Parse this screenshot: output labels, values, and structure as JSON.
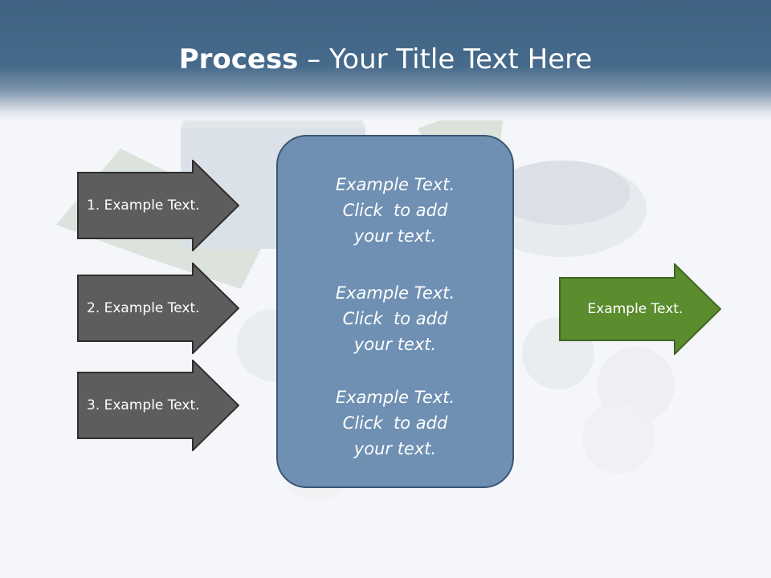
{
  "header": {
    "title_bold": "Process",
    "title_rest": " – Your Title Text Here"
  },
  "steps": [
    {
      "label": "1. Example Text."
    },
    {
      "label": "2. Example Text."
    },
    {
      "label": "3. Example Text."
    }
  ],
  "center": {
    "blocks": [
      {
        "line1": "Example Text.",
        "line2": "Click  to add",
        "line3": "your text."
      },
      {
        "line1": "Example Text.",
        "line2": "Click  to add",
        "line3": "your text."
      },
      {
        "line1": "Example Text.",
        "line2": "Click  to add",
        "line3": "your text."
      }
    ]
  },
  "result": {
    "label": "Example Text."
  },
  "colors": {
    "header": "#3f6283",
    "step_fill": "#5d5d5d",
    "step_stroke": "#2e2e2e",
    "center_fill": "#6f90b3",
    "center_stroke": "#3b5674",
    "result_fill": "#5b8c2e",
    "result_stroke": "#3f6623"
  },
  "background_image": "cosmetic-jars-pearls-leaves"
}
